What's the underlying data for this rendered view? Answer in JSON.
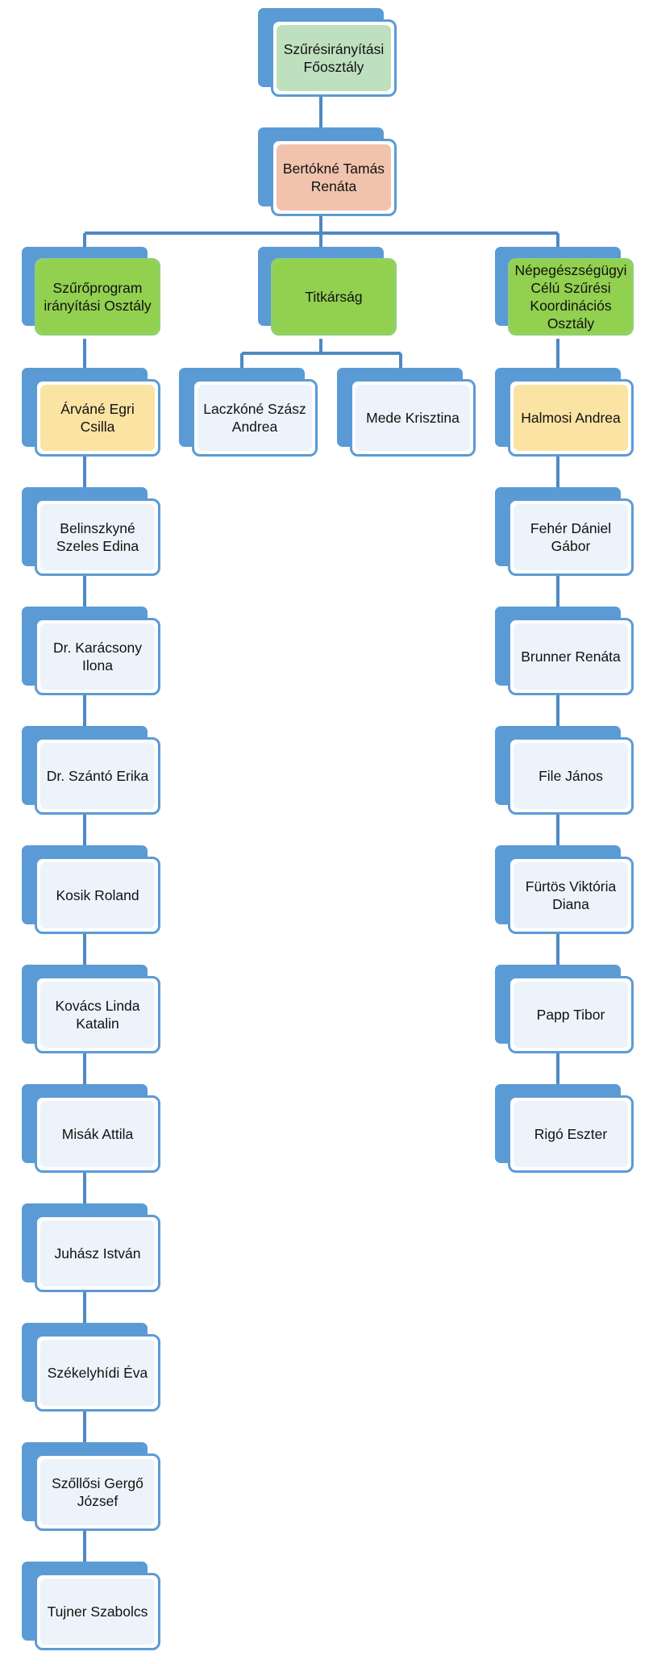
{
  "colors": {
    "connector": "#4f89c3",
    "box_outline": "#5b9bd5",
    "fill_default": "#edf3fb",
    "fill_green_light": "#bfe0be",
    "fill_salmon": "#f1c3ad",
    "fill_green": "#92d050",
    "fill_yellow": "#fbe3a3"
  },
  "org": {
    "root": "Szűrésirányítási Főosztály",
    "head": "Bertókné Tamás Renáta",
    "departments": [
      {
        "name": "Szűrőprogram irányítási Osztály",
        "leader": "Árváné Egri Csilla",
        "members": [
          "Belinszkyné Szeles Edina",
          "Dr. Karácsony Ilona",
          "Dr. Szántó Erika",
          "Kosik Roland",
          "Kovács Linda Katalin",
          "Misák Attila",
          "Juhász István",
          "Székelyhídi Éva",
          "Szőllősi Gergő József",
          "Tujner Szabolcs"
        ]
      },
      {
        "name": "Titkárság",
        "members": [
          "Laczkóné Szász Andrea",
          "Mede Krisztina"
        ]
      },
      {
        "name": "Népegészségügyi Célú Szűrési Koordinációs Osztály",
        "leader": "Halmosi Andrea",
        "members": [
          "Fehér Dániel Gábor",
          "Brunner Renáta",
          "File János",
          "Fürtös Viktória Diana",
          "Papp Tibor",
          "Rigó Eszter"
        ]
      }
    ]
  }
}
